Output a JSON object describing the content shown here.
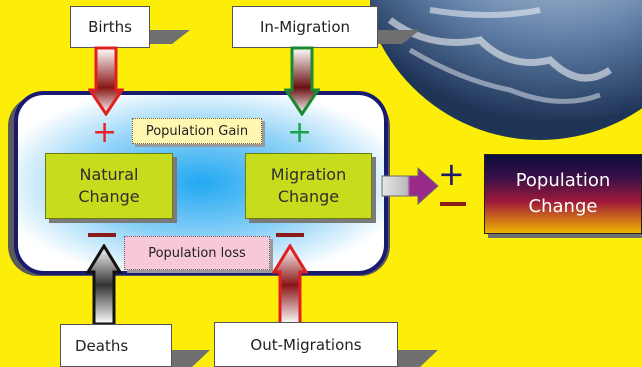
{
  "labels": {
    "births": "Births",
    "in_migration": "In-Migration",
    "deaths": "Deaths",
    "out_migrations": "Out-Migrations",
    "natural_change_line1": "Natural",
    "natural_change_line2": "Change",
    "migration_change_line1": "Migration",
    "migration_change_line2": "Change",
    "population_gain": "Population Gain",
    "population_loss": "Population loss",
    "population_change_line1": "Population",
    "population_change_line2": "Change"
  },
  "signs": {
    "plus": "+",
    "plus_minus_top": "+"
  },
  "icons": {
    "globe": "earth-globe-icon",
    "arrow_down": "arrow-down-icon",
    "arrow_up": "arrow-up-icon",
    "arrow_right": "arrow-right-icon"
  },
  "colors": {
    "background": "#fdee0a",
    "frame_border": "#1a1a6e",
    "inner_box": "#c8dc1e",
    "plus_red": "#e8202a",
    "plus_green": "#1aa34a",
    "minus": "#8b1a1a",
    "gain_tag": "#fff7b0",
    "loss_tag": "#f7c8d8",
    "result_gradient_top": "#0b0b3a",
    "result_gradient_bottom": "#f0b400",
    "arrow_red": "#e02020",
    "arrow_green": "#1a8a30",
    "arrow_black": "#111111",
    "arrow_purple": "#9a2a8a"
  }
}
